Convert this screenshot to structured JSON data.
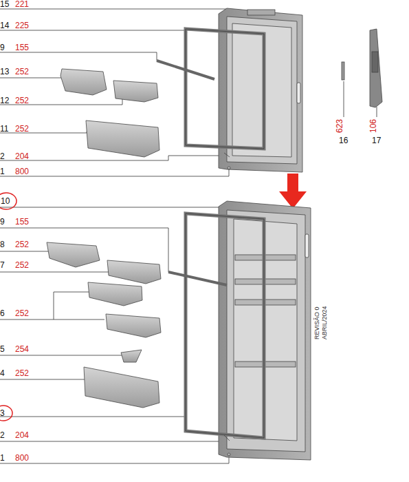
{
  "diagram": {
    "labels": [
      "15",
      "221",
      "14",
      "225",
      "9",
      "155",
      "13",
      "252",
      "12",
      "252",
      "11",
      "252",
      "2",
      "204",
      "1",
      "800",
      "623",
      "16",
      "106",
      "17",
      "10",
      "9",
      "155",
      "8",
      "252",
      "7",
      "252",
      "6",
      "252",
      "5",
      "254",
      "4",
      "252",
      "3",
      "2",
      "204",
      "1",
      "800",
      "REVISÃO 0",
      "ABRIL/2024"
    ]
  }
}
